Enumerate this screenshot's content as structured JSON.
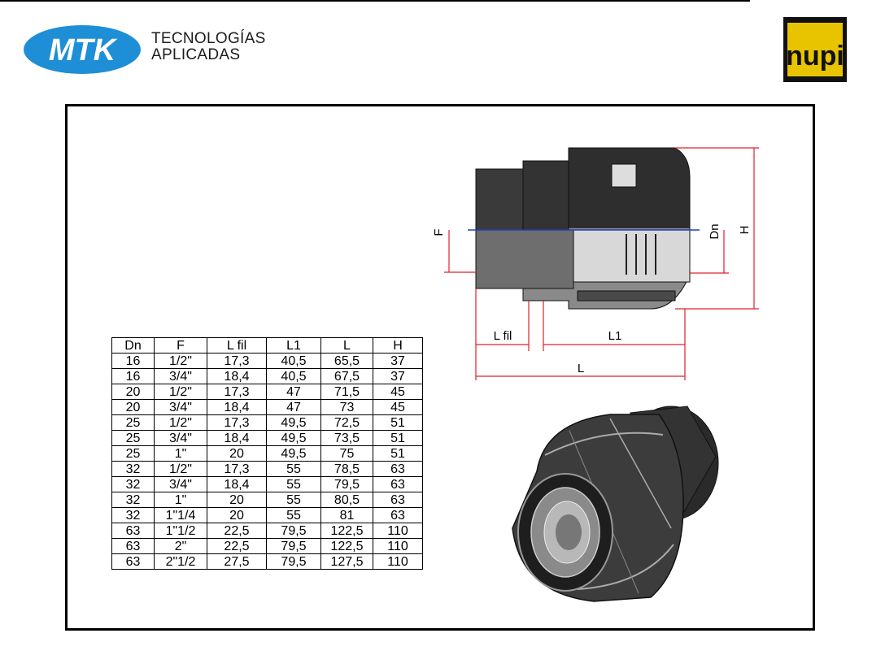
{
  "header": {
    "brand_logo": "MTK",
    "tagline_line1": "TECNOLOGÍAS",
    "tagline_line2": "APLICADAS",
    "partner_logo": "nupi"
  },
  "spec_table": {
    "headers": [
      "Dn",
      "F",
      "L fil",
      "L1",
      "L",
      "H"
    ],
    "rows": [
      [
        "16",
        "1/2\"",
        "17,3",
        "40,5",
        "65,5",
        "37"
      ],
      [
        "16",
        "3/4\"",
        "18,4",
        "40,5",
        "67,5",
        "37"
      ],
      [
        "20",
        "1/2\"",
        "17,3",
        "47",
        "71,5",
        "45"
      ],
      [
        "20",
        "3/4\"",
        "18,4",
        "47",
        "73",
        "45"
      ],
      [
        "25",
        "1/2\"",
        "17,3",
        "49,5",
        "72,5",
        "51"
      ],
      [
        "25",
        "3/4\"",
        "18,4",
        "49,5",
        "73,5",
        "51"
      ],
      [
        "25",
        "1\"",
        "20",
        "49,5",
        "75",
        "51"
      ],
      [
        "32",
        "1/2\"",
        "17,3",
        "55",
        "78,5",
        "63"
      ],
      [
        "32",
        "3/4\"",
        "18,4",
        "55",
        "79,5",
        "63"
      ],
      [
        "32",
        "1\"",
        "20",
        "55",
        "80,5",
        "63"
      ],
      [
        "32",
        "1\"1/4",
        "20",
        "55",
        "81",
        "63"
      ],
      [
        "63",
        "1\"1/2",
        "22,5",
        "79,5",
        "122,5",
        "110"
      ],
      [
        "63",
        "2\"",
        "22,5",
        "79,5",
        "122,5",
        "110"
      ],
      [
        "63",
        "2\"1/2",
        "27,5",
        "79,5",
        "127,5",
        "110"
      ]
    ]
  },
  "drawing": {
    "dim_F": "F",
    "dim_Dn": "Dn",
    "dim_H": "H",
    "dim_Lfil": "L fil",
    "dim_L1": "L1",
    "dim_L": "L"
  },
  "colors": {
    "mtk_blue": "#1e8fd6",
    "dimension_red": "#e0202a",
    "axis_blue": "#2040c0",
    "body_dark": "#2e2e2e",
    "nupi_gold": "#e8c400"
  }
}
